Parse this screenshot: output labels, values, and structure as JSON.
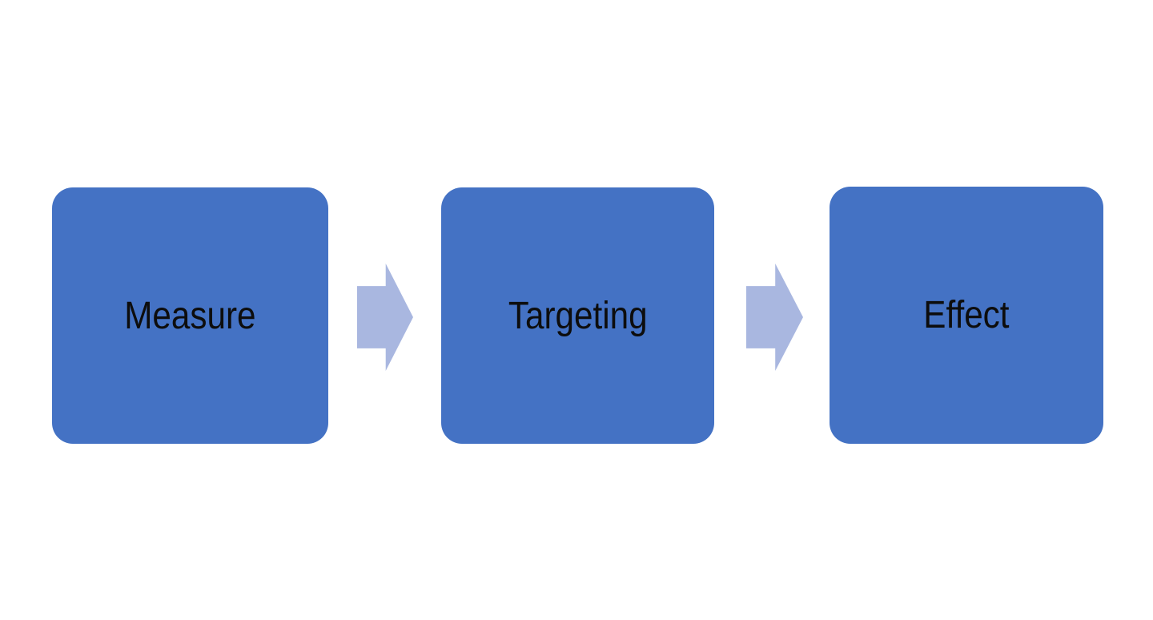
{
  "diagram": {
    "type": "process-flow",
    "steps": [
      {
        "label": "Measure"
      },
      {
        "label": "Targeting"
      },
      {
        "label": "Effect"
      }
    ],
    "connectors": [
      {
        "from": "Measure",
        "to": "Targeting",
        "icon": "arrow-right"
      },
      {
        "from": "Targeting",
        "to": "Effect",
        "icon": "arrow-right"
      }
    ],
    "colors": {
      "box_fill": "#4472C4",
      "arrow_fill": "#A9B7E0",
      "text": "#0d0d0d",
      "background": "#ffffff"
    }
  }
}
